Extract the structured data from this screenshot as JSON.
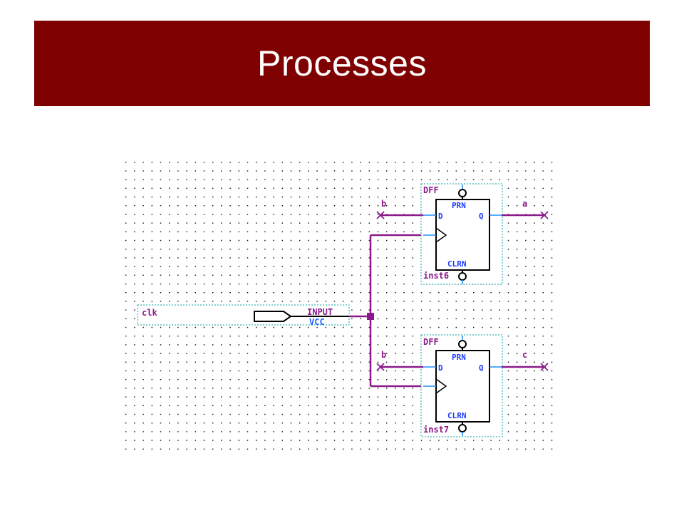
{
  "slide": {
    "title": "Processes"
  },
  "schematic": {
    "input": {
      "signal": "clk",
      "type": "INPUT",
      "default": "VCC"
    },
    "flipflops": [
      {
        "type": "DFF",
        "instance": "inst6",
        "d_signal": "b",
        "q_signal": "a",
        "pins": {
          "prn": "PRN",
          "clrn": "CLRN",
          "d": "D",
          "q": "Q"
        }
      },
      {
        "type": "DFF",
        "instance": "inst7",
        "d_signal": "b",
        "q_signal": "c",
        "pins": {
          "prn": "PRN",
          "clrn": "CLRN",
          "d": "D",
          "q": "Q"
        }
      }
    ]
  },
  "colors": {
    "title_bg": "#7f0000",
    "wire": "#8b1a8b",
    "pin_line": "#1e90ff",
    "outline": "#008b8b",
    "grid_dot": "#000000"
  }
}
